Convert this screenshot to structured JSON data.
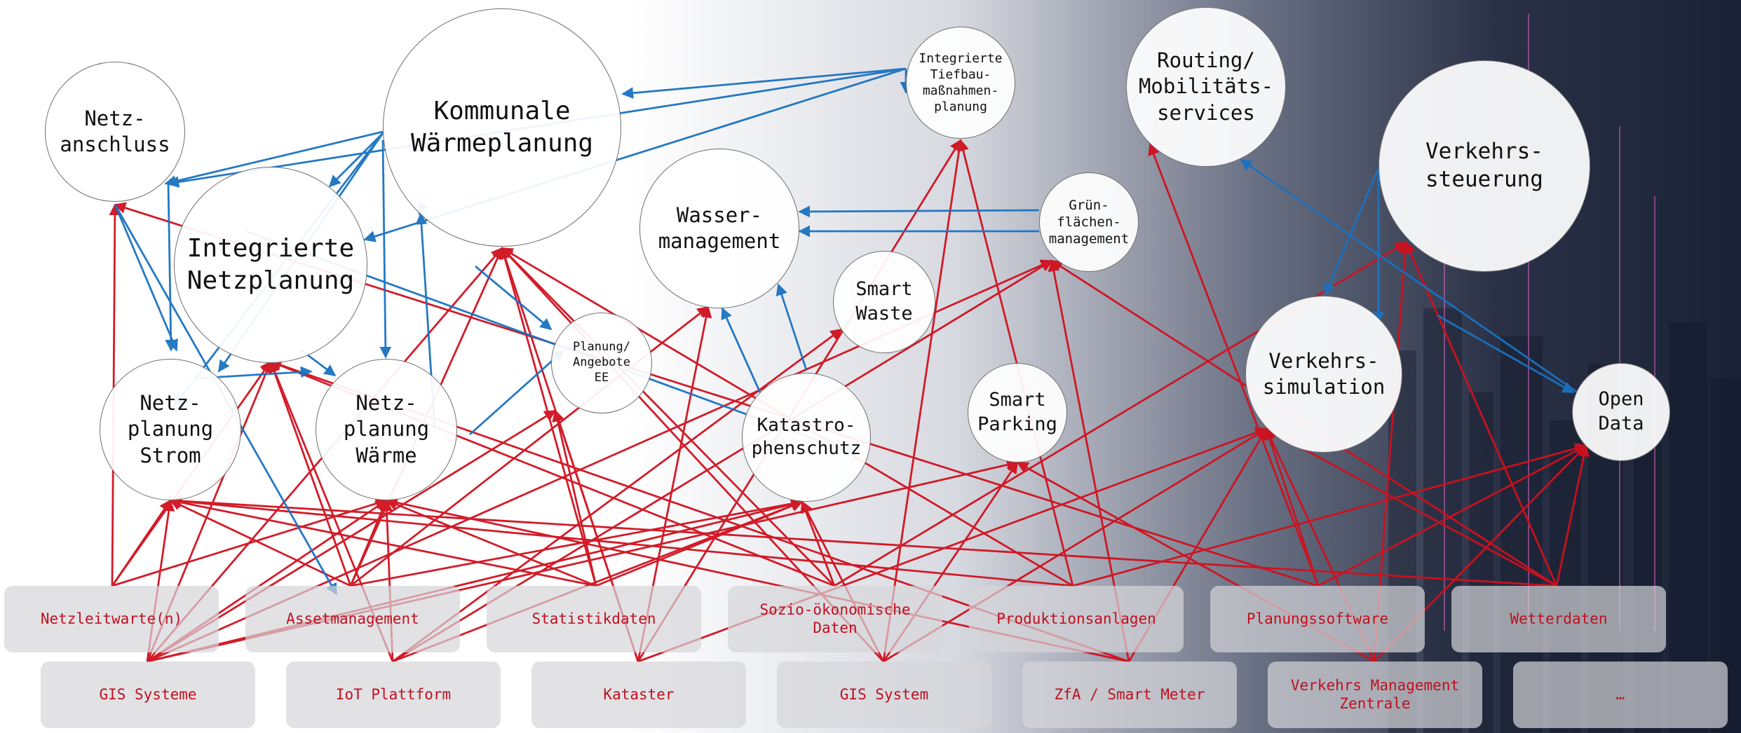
{
  "nodes": {
    "netzanschluss": "Netz-\nanschluss",
    "kommunale_waermeplanung": "Kommunale\nWärmeplanung",
    "integrierte_tiefbau": "Integrierte\nTiefbau-\nmaßnahmen-\nplanung",
    "routing": "Routing/\nMobilitäts-\nservices",
    "verkehrssteuerung": "Verkehrs-\nsteuerung",
    "integrierte_netzplanung": "Integrierte\nNetzplanung",
    "wassermanagement": "Wasser-\nmanagement",
    "gruenflaechen": "Grün-\nflächen-\nmanagement",
    "smart_waste": "Smart\nWaste",
    "planung_angebote": "Planung/\nAngebote\nEE",
    "netzplanung_strom": "Netz-\nplanung\nStrom",
    "netzplanung_waerme": "Netz-\nplanung\nWärme",
    "katastrophenschutz": "Katastro-\nphenschutz",
    "smart_parking": "Smart\nParking",
    "verkehrssimulation": "Verkehrs-\nsimulation",
    "open_data": "Open\nData"
  },
  "sources_row1": {
    "netzleitwarte": "Netzleitwarte(n)",
    "assetmanagement": "Assetmanagement",
    "statistikdaten": "Statistikdaten",
    "sozio": "Sozio-ökonomische\nDaten",
    "produktionsanlagen": "Produktionsanlagen",
    "planungssoftware": "Planungssoftware",
    "wetterdaten": "Wetterdaten"
  },
  "sources_row2": {
    "gis_systeme": "GIS Systeme",
    "iot_plattform": "IoT Plattform",
    "kataster": "Kataster",
    "gis_system": "GIS System",
    "zfa_smart_meter": "ZfA / Smart Meter",
    "verkehrs_management": "Verkehrs Management\nZentrale",
    "ellipsis": "…"
  },
  "colors": {
    "data_flow_arrows": "#d0101e",
    "application_arrows": "#1a72c0",
    "source_text": "#c0101f",
    "node_border": "#6f6f6f"
  }
}
